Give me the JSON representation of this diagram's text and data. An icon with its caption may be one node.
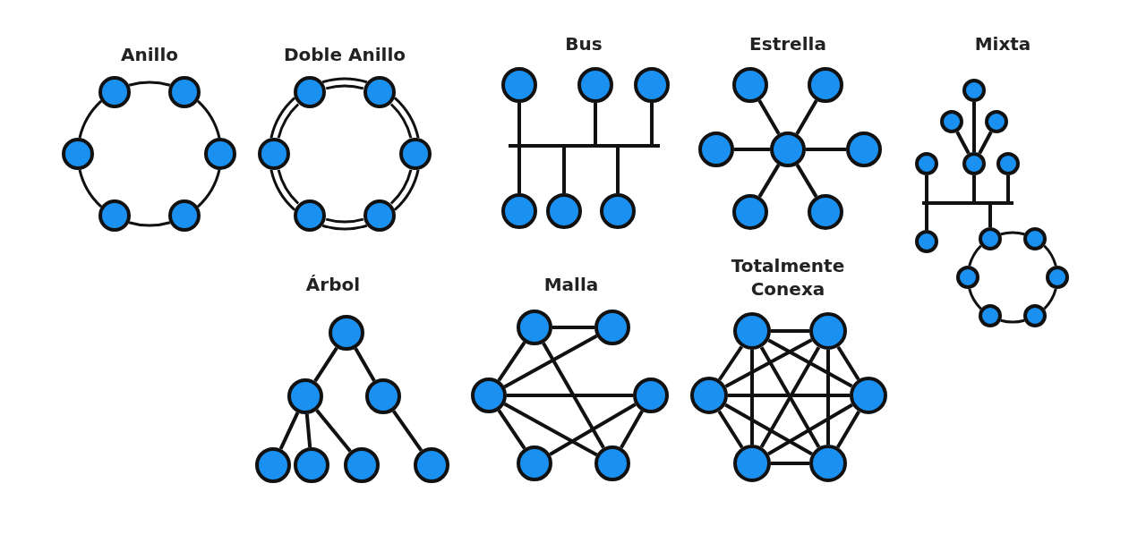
{
  "diagram": {
    "nodes": [
      {
        "text": [],
        "shape": "circle"
      },
      {
        "text": [],
        "shape": "circle"
      },
      {
        "text": [],
        "shape": "circle"
      },
      {
        "text": [],
        "shape": "circle"
      },
      {
        "text": [],
        "shape": "circle"
      },
      {
        "text": [],
        "shape": "circle"
      },
      {
        "text": [],
        "shape": "circle"
      },
      {
        "text": [],
        "shape": "circle"
      },
      {
        "text": [],
        "shape": "circle"
      },
      {
        "text": [],
        "shape": "circle"
      },
      {
        "text": [],
        "shape": "circle"
      },
      {
        "text": [],
        "shape": "circle"
      },
      {
        "text": [],
        "shape": "circle"
      },
      {
        "text": [],
        "shape": "circle"
      },
      {
        "text": [],
        "shape": "circle"
      },
      {
        "text": [],
        "shape": "bar"
      },
      {
        "text": [],
        "shape": "circle"
      },
      {
        "text": [],
        "shape": "circle"
      },
      {
        "text": [],
        "shape": "circle"
      },
      {
        "text": [],
        "shape": "circle"
      },
      {
        "text": [],
        "shape": "circle"
      },
      {
        "text": [],
        "shape": "circle"
      },
      {
        "text": [],
        "shape": "circle"
      },
      {
        "text": [],
        "shape": "circle"
      },
      {
        "text": [],
        "shape": "circle"
      },
      {
        "text": [],
        "shape": "circle"
      },
      {
        "text": [],
        "shape": "circle"
      },
      {
        "text": [],
        "shape": "circle"
      },
      {
        "text": [],
        "shape": "circle"
      },
      {
        "text": [],
        "shape": "circle"
      },
      {
        "text": [],
        "shape": "circle"
      },
      {
        "text": [],
        "shape": "circle"
      },
      {
        "text": [],
        "shape": "bar"
      },
      {
        "text": [],
        "shape": "circle"
      },
      {
        "text": [],
        "shape": "circle"
      },
      {
        "text": [],
        "shape": "circle"
      },
      {
        "text": [],
        "shape": "circle"
      },
      {
        "text": [],
        "shape": "circle"
      },
      {
        "text": [],
        "shape": "circle"
      },
      {
        "text": [],
        "shape": "circle"
      },
      {
        "text": [],
        "shape": "circle"
      },
      {
        "text": [],
        "shape": "circle"
      },
      {
        "text": [],
        "shape": "circle"
      },
      {
        "text": [],
        "shape": "circle"
      },
      {
        "text": [],
        "shape": "circle"
      },
      {
        "text": [],
        "shape": "circle"
      },
      {
        "text": [],
        "shape": "circle"
      },
      {
        "text": [],
        "shape": "circle"
      },
      {
        "text": [],
        "shape": "circle"
      },
      {
        "text": [],
        "shape": "circle"
      },
      {
        "text": [],
        "shape": "circle"
      },
      {
        "text": [],
        "shape": "circle"
      },
      {
        "text": [],
        "shape": "circle"
      },
      {
        "text": [],
        "shape": "circle"
      },
      {
        "text": [],
        "shape": "circle"
      },
      {
        "text": [],
        "shape": "circle"
      },
      {
        "text": [],
        "shape": "circle"
      },
      {
        "text": [],
        "shape": "circle"
      },
      {
        "text": [],
        "shape": "circle"
      }
    ],
    "edges": [
      {
        "from": 0,
        "to": 1,
        "arrow": "none"
      },
      {
        "from": 1,
        "to": 3,
        "arrow": "none"
      },
      {
        "from": 3,
        "to": 5,
        "arrow": "none"
      },
      {
        "from": 5,
        "to": 4,
        "arrow": "none"
      },
      {
        "from": 4,
        "to": 2,
        "arrow": "none"
      },
      {
        "from": 2,
        "to": 0,
        "arrow": "none"
      },
      {
        "from": 6,
        "to": 7,
        "arrow": "none"
      },
      {
        "from": 7,
        "to": 9,
        "arrow": "none"
      },
      {
        "from": 9,
        "to": 11,
        "arrow": "none"
      },
      {
        "from": 11,
        "to": 10,
        "arrow": "none"
      },
      {
        "from": 10,
        "to": 8,
        "arrow": "none"
      },
      {
        "from": 8,
        "to": 6,
        "arrow": "none"
      },
      {
        "from": 12,
        "to": 15,
        "arrow": "none"
      },
      {
        "from": 13,
        "to": 15,
        "arrow": "none"
      },
      {
        "from": 14,
        "to": 15,
        "arrow": "none"
      },
      {
        "from": 15,
        "to": 16,
        "arrow": "none"
      },
      {
        "from": 15,
        "to": 17,
        "arrow": "none"
      },
      {
        "from": 15,
        "to": 18,
        "arrow": "none"
      },
      {
        "from": 22,
        "to": 19,
        "arrow": "none"
      },
      {
        "from": 22,
        "to": 20,
        "arrow": "none"
      },
      {
        "from": 22,
        "to": 21,
        "arrow": "none"
      },
      {
        "from": 22,
        "to": 23,
        "arrow": "none"
      },
      {
        "from": 22,
        "to": 24,
        "arrow": "none"
      },
      {
        "from": 22,
        "to": 25,
        "arrow": "none"
      },
      {
        "from": 26,
        "to": 30,
        "arrow": "none"
      },
      {
        "from": 27,
        "to": 30,
        "arrow": "none"
      },
      {
        "from": 28,
        "to": 30,
        "arrow": "none"
      },
      {
        "from": 29,
        "to": 32,
        "arrow": "none"
      },
      {
        "from": 30,
        "to": 32,
        "arrow": "none"
      },
      {
        "from": 31,
        "to": 32,
        "arrow": "none"
      },
      {
        "from": 32,
        "to": 33,
        "arrow": "none"
      },
      {
        "from": 32,
        "to": 34,
        "arrow": "none"
      },
      {
        "from": 34,
        "to": 35,
        "arrow": "none"
      },
      {
        "from": 35,
        "to": 37,
        "arrow": "none"
      },
      {
        "from": 37,
        "to": 39,
        "arrow": "none"
      },
      {
        "from": 39,
        "to": 38,
        "arrow": "none"
      },
      {
        "from": 38,
        "to": 36,
        "arrow": "none"
      },
      {
        "from": 36,
        "to": 34,
        "arrow": "none"
      },
      {
        "from": 40,
        "to": 41,
        "arrow": "none"
      },
      {
        "from": 40,
        "to": 42,
        "arrow": "none"
      },
      {
        "from": 41,
        "to": 43,
        "arrow": "none"
      },
      {
        "from": 41,
        "to": 44,
        "arrow": "none"
      },
      {
        "from": 41,
        "to": 45,
        "arrow": "none"
      },
      {
        "from": 42,
        "to": 46,
        "arrow": "none"
      },
      {
        "from": 47,
        "to": 48,
        "arrow": "none"
      },
      {
        "from": 47,
        "to": 49,
        "arrow": "none"
      },
      {
        "from": 47,
        "to": 52,
        "arrow": "none"
      },
      {
        "from": 49,
        "to": 48,
        "arrow": "none"
      },
      {
        "from": 49,
        "to": 50,
        "arrow": "none"
      },
      {
        "from": 49,
        "to": 51,
        "arrow": "none"
      },
      {
        "from": 49,
        "to": 52,
        "arrow": "none"
      },
      {
        "from": 50,
        "to": 51,
        "arrow": "none"
      },
      {
        "from": 50,
        "to": 52,
        "arrow": "none"
      },
      {
        "from": 53,
        "to": 54,
        "arrow": "none"
      },
      {
        "from": 53,
        "to": 55,
        "arrow": "none"
      },
      {
        "from": 53,
        "to": 56,
        "arrow": "none"
      },
      {
        "from": 53,
        "to": 57,
        "arrow": "none"
      },
      {
        "from": 53,
        "to": 58,
        "arrow": "none"
      },
      {
        "from": 54,
        "to": 55,
        "arrow": "none"
      },
      {
        "from": 54,
        "to": 56,
        "arrow": "none"
      },
      {
        "from": 54,
        "to": 57,
        "arrow": "none"
      },
      {
        "from": 54,
        "to": 58,
        "arrow": "none"
      },
      {
        "from": 55,
        "to": 56,
        "arrow": "none"
      },
      {
        "from": 55,
        "to": 57,
        "arrow": "none"
      },
      {
        "from": 55,
        "to": 58,
        "arrow": "none"
      },
      {
        "from": 56,
        "to": 57,
        "arrow": "none"
      },
      {
        "from": 56,
        "to": 58,
        "arrow": "none"
      },
      {
        "from": 57,
        "to": 58,
        "arrow": "none"
      }
    ],
    "labels": [
      "Anillo",
      "Doble Anillo",
      "Bus",
      "Estrella",
      "Mixta",
      "Árbol",
      "Malla",
      "Totalmente Conexa"
    ]
  }
}
